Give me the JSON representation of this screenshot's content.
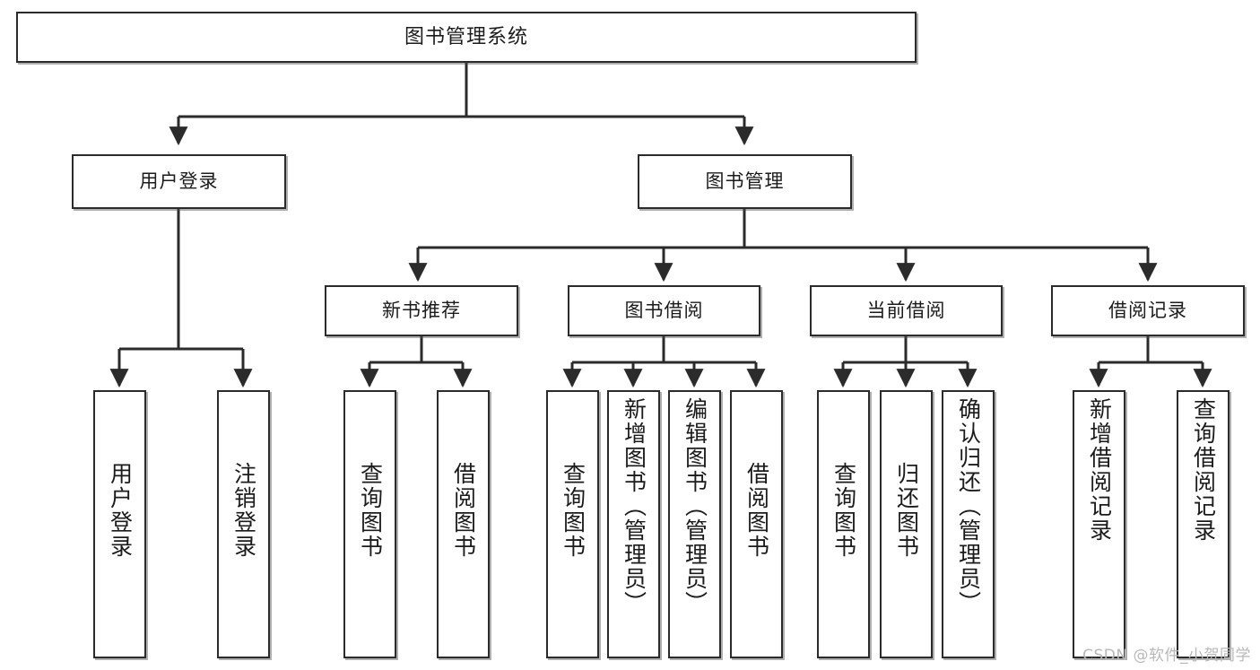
{
  "diagram": {
    "type": "tree",
    "title": "图书管理系统",
    "watermark": "CSDN @软件_小贺同学",
    "colors": {
      "border": "#2b2b2b",
      "background": "#ffffff",
      "text": "#1b1b1b",
      "connector": "#2b2b2b",
      "watermark": "#b8b8b8"
    },
    "root": {
      "label": "图书管理系统"
    },
    "level1": [
      {
        "label": "用户登录"
      },
      {
        "label": "图书管理"
      }
    ],
    "level2": [
      {
        "label": "新书推荐"
      },
      {
        "label": "图书借阅"
      },
      {
        "label": "当前借阅"
      },
      {
        "label": "借阅记录"
      }
    ],
    "leaves": [
      {
        "label": "用户登录",
        "parent": "用户登录"
      },
      {
        "label": "注销登录",
        "parent": "用户登录"
      },
      {
        "label": "查询图书",
        "parent": "新书推荐"
      },
      {
        "label": "借阅图书",
        "parent": "新书推荐"
      },
      {
        "label": "查询图书",
        "parent": "图书借阅"
      },
      {
        "label": "新增图书（管理员）",
        "parent": "图书借阅"
      },
      {
        "label": "编辑图书（管理员）",
        "parent": "图书借阅"
      },
      {
        "label": "借阅图书",
        "parent": "图书借阅"
      },
      {
        "label": "查询图书",
        "parent": "当前借阅"
      },
      {
        "label": "归还图书",
        "parent": "当前借阅"
      },
      {
        "label": "确认归还（管理员）",
        "parent": "当前借阅"
      },
      {
        "label": "新增借阅记录",
        "parent": "借阅记录"
      },
      {
        "label": "查询借阅记录",
        "parent": "借阅记录"
      }
    ]
  }
}
